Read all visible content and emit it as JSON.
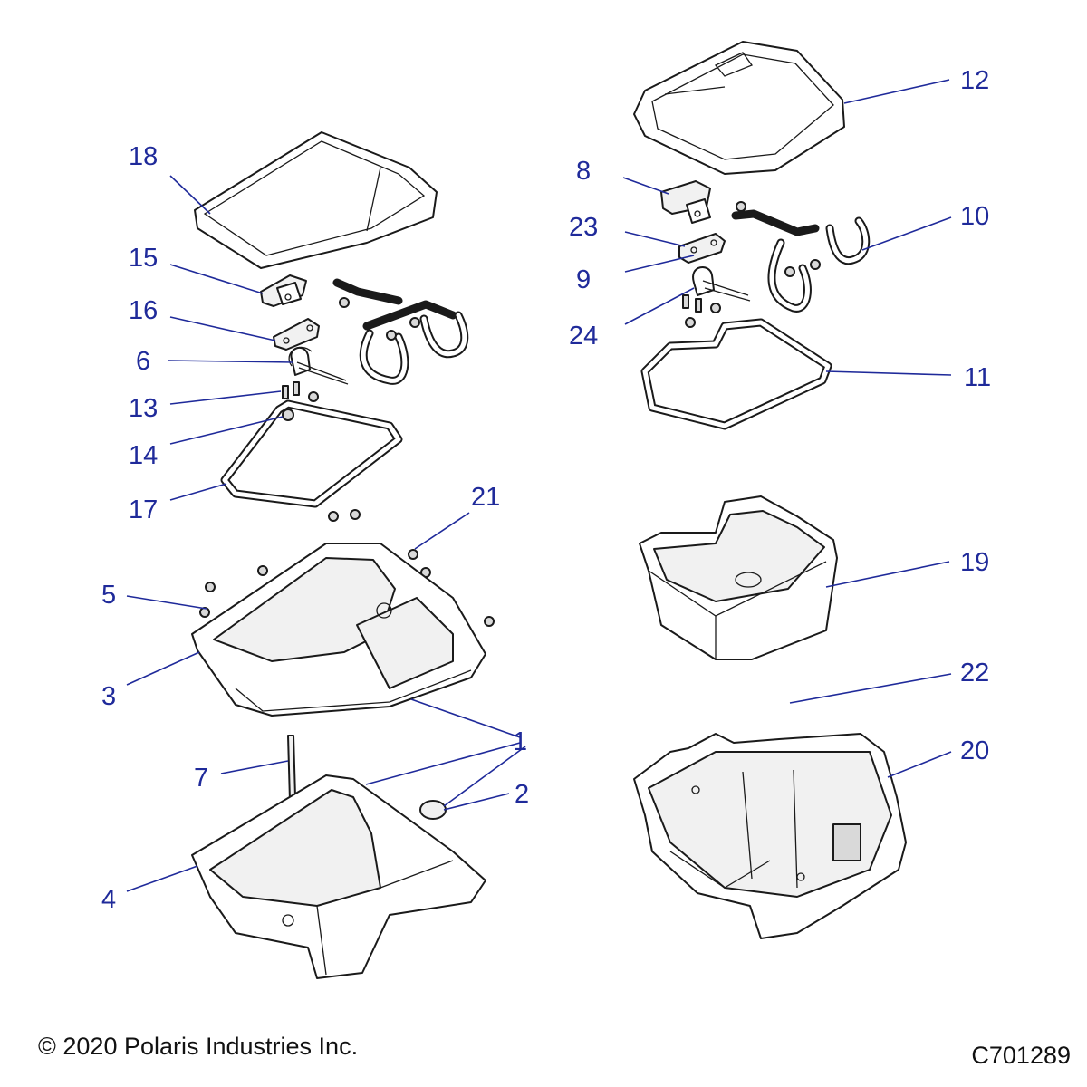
{
  "callouts": {
    "c1": "1",
    "c2": "2",
    "c3": "3",
    "c4": "4",
    "c5": "5",
    "c6": "6",
    "c7": "7",
    "c8": "8",
    "c9": "9",
    "c10": "10",
    "c11": "11",
    "c12": "12",
    "c13": "13",
    "c14": "14",
    "c15": "15",
    "c16": "16",
    "c17": "17",
    "c18": "18",
    "c19": "19",
    "c20": "20",
    "c21": "21",
    "c22": "22",
    "c23": "23",
    "c24": "24"
  },
  "footer": {
    "copyright": "© 2020 Polaris Industries Inc.",
    "drawing_number": "C701289"
  },
  "colors": {
    "callout": "#1f2a9a",
    "line_art": "#1a1a1a"
  }
}
